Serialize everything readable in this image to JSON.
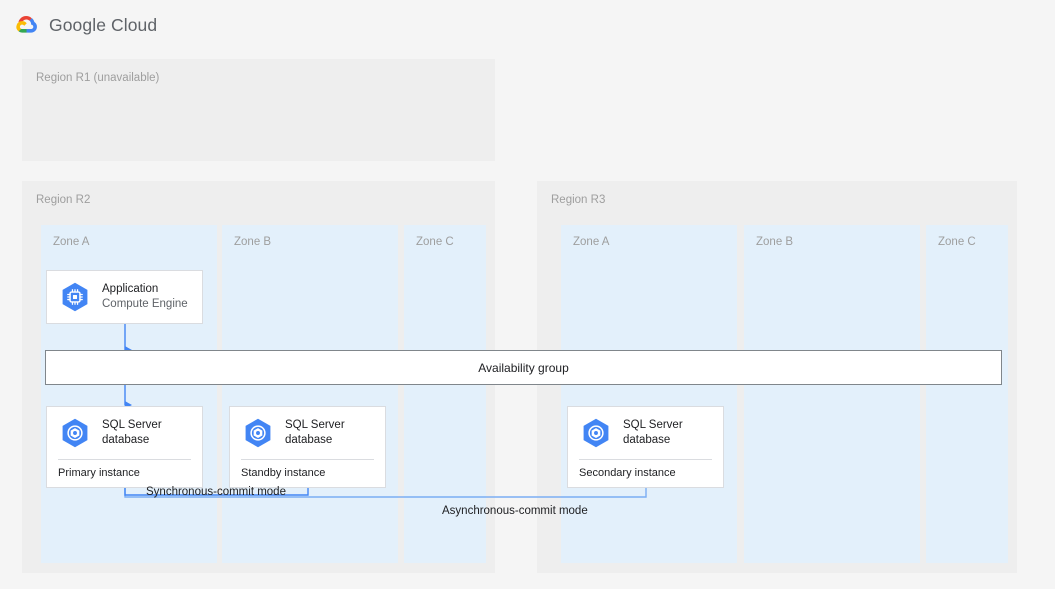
{
  "header": {
    "brand_text": "Google Cloud",
    "logo_icon": "google-cloud-logo"
  },
  "colors": {
    "page_background": "#f5f5f5",
    "region_background": "#eeeeee",
    "zone_background": "#e3f0fb",
    "card_background": "#ffffff",
    "card_border": "#dadce0",
    "icon_blue": "#4285f4",
    "icon_blue_dark": "#3367d6",
    "sync_arrow": "#4285f4",
    "async_arrow": "#7badf3",
    "availability_group_border": "#80868b",
    "muted_text": "#9e9e9e",
    "body_text": "#202124"
  },
  "regions": [
    {
      "id": "r1",
      "label": "Region R1 (unavailable)",
      "available": false,
      "zones": []
    },
    {
      "id": "r2",
      "label": "Region R2",
      "available": true,
      "zones": [
        {
          "id": "r2-zone-a",
          "label": "Zone A"
        },
        {
          "id": "r2-zone-b",
          "label": "Zone B"
        },
        {
          "id": "r2-zone-c",
          "label": "Zone C"
        }
      ]
    },
    {
      "id": "r3",
      "label": "Region R3",
      "available": true,
      "zones": [
        {
          "id": "r3-zone-a",
          "label": "Zone A"
        },
        {
          "id": "r3-zone-b",
          "label": "Zone B"
        },
        {
          "id": "r3-zone-c",
          "label": "Zone C"
        }
      ]
    }
  ],
  "nodes": [
    {
      "id": "application",
      "region": "r2",
      "zone": "Zone A",
      "icon": "compute-engine-icon",
      "title": "Application",
      "subtitle": "Compute Engine",
      "footer": null
    },
    {
      "id": "primary-db",
      "region": "r2",
      "zone": "Zone A",
      "icon": "sql-server-database-icon",
      "title": "SQL Server\ndatabase",
      "subtitle": null,
      "footer": "Primary instance"
    },
    {
      "id": "standby-db",
      "region": "r2",
      "zone": "Zone B",
      "icon": "sql-server-database-icon",
      "title": "SQL Server\ndatabase",
      "subtitle": null,
      "footer": "Standby instance"
    },
    {
      "id": "secondary-db",
      "region": "r3",
      "zone": "Zone A",
      "icon": "sql-server-database-icon",
      "title": "SQL Server\ndatabase",
      "subtitle": null,
      "footer": "Secondary instance"
    }
  ],
  "availability_group": {
    "label": "Availability group"
  },
  "edges": [
    {
      "id": "app-to-ag",
      "from": "application",
      "to": "availability-group",
      "label": null,
      "style": "solid-arrow"
    },
    {
      "id": "ag-to-primary",
      "from": "availability-group",
      "to": "primary-db",
      "label": null,
      "style": "solid-arrow"
    },
    {
      "id": "primary-to-standby",
      "from": "primary-db",
      "to": "standby-db",
      "label": "Synchronous-commit mode",
      "style": "solid-arrow"
    },
    {
      "id": "primary-to-secondary",
      "from": "primary-db",
      "to": "secondary-db",
      "label": "Asynchronous-commit mode",
      "style": "solid-arrow"
    }
  ]
}
